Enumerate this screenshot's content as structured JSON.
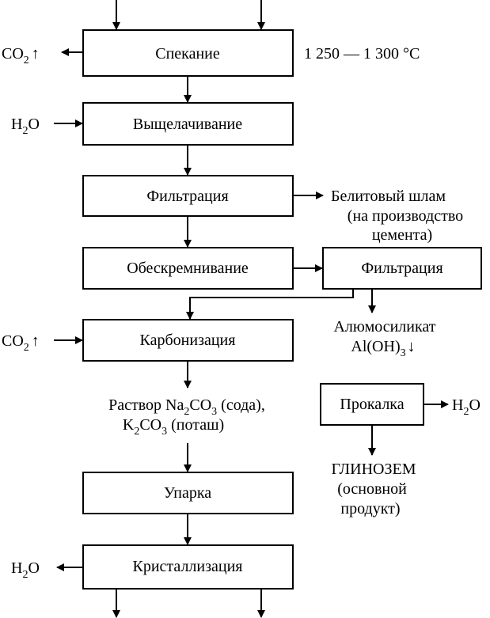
{
  "boxes": {
    "sintering": "Спекание",
    "leaching": "Выщелачивание",
    "filtration1": "Фильтрация",
    "desilication": "Обескремнивание",
    "filtration2": "Фильтрация",
    "carbonization": "Карбонизация",
    "calcination": "Прокалка",
    "evaporation": "Упарка",
    "crystallization": "Кристаллизация"
  },
  "sintering_temp": "1 250 — 1 300 °С",
  "inputs": {
    "co2": "CO",
    "co2_sub": "2",
    "up_arrow": "↑",
    "h2o_h": "H",
    "h2o_sub": "2",
    "h2o_o": "O"
  },
  "belite_sludge": [
    "Белитовый шлам",
    "(на производство",
    "цемента)"
  ],
  "aluminosilicate": {
    "line1": "Алюмосиликат",
    "line2_prefix": "Al(OH)",
    "line2_sub": "3",
    "line2_arrow": "↓"
  },
  "solution": {
    "l1_a": "Раствор Na",
    "l1_sub1": "2",
    "l1_b": "CO",
    "l1_sub2": "3",
    "l1_c": " (сода),",
    "l2_a": "K",
    "l2_sub1": "2",
    "l2_b": "CO",
    "l2_sub2": "3",
    "l2_c": " (поташ)"
  },
  "alumina": [
    "ГЛИНОЗЕМ",
    "(основной",
    "продукт)"
  ]
}
